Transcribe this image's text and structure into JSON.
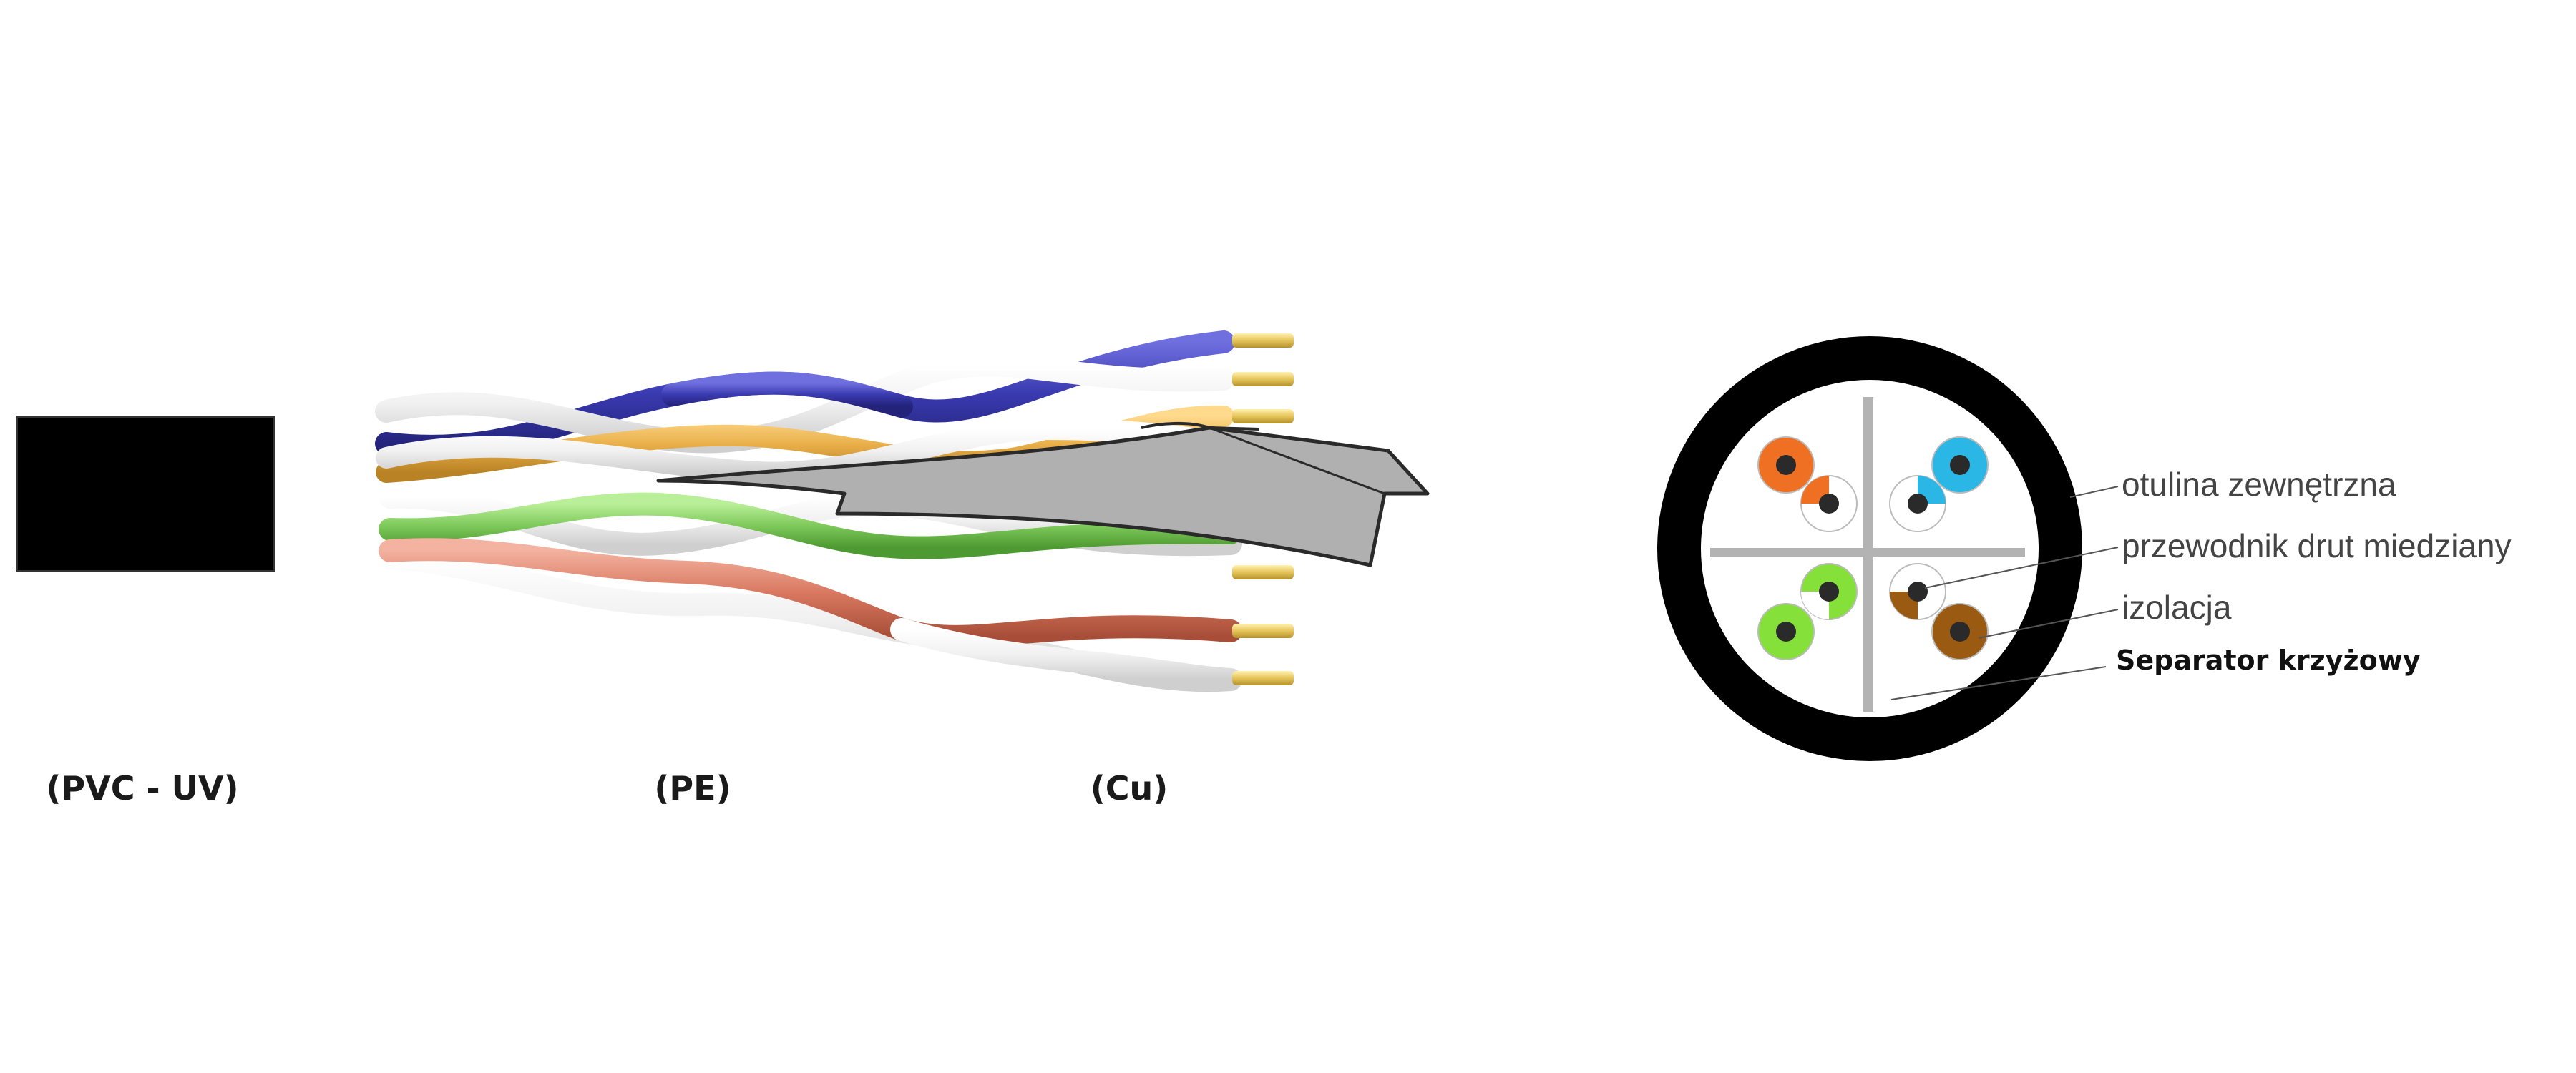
{
  "material_labels": {
    "sheath": "(PVC - UV)",
    "insulation": "(PE)",
    "conductor": "(Cu)"
  },
  "cross_section": {
    "callouts": {
      "outer_sheath": "otulina zewnętrzna",
      "copper_conductor": "przewodnik drut miedziany",
      "insulation": "izolacja",
      "cross_separator": "Separator krzyżowy"
    }
  },
  "colors": {
    "sheath": "#000000",
    "separator": "#b3b3b3",
    "foil": "#b0b0b0",
    "pair_orange": "#ef7022",
    "pair_blue": "#2bb7e6",
    "pair_green": "#86e03a",
    "pair_brown": "#9a5a12",
    "cable_blue": "#3a3ab0",
    "cable_amber": "#e9b04a",
    "cable_green": "#7ec95a",
    "cable_copper": "#d97860",
    "copper_end": "#e6c55a",
    "conductor": "#2a2a2a",
    "white_insulation": "#f4f4f4"
  }
}
